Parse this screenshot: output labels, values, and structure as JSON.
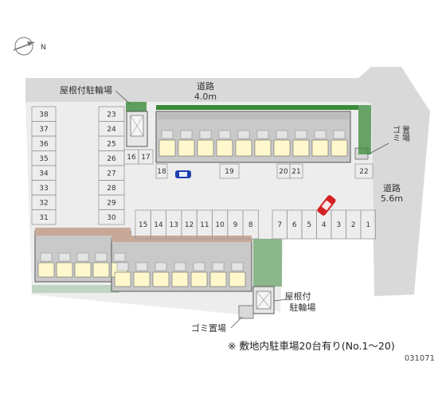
{
  "labels": {
    "road_north": "道路",
    "road_north_width": "4.0m",
    "road_east": "道路",
    "road_east_width": "5.6m",
    "bike_roof_top": "屋根付駐輪場",
    "bike_roof_bottom_1": "屋根付",
    "bike_roof_bottom_2": "駐輪場",
    "garbage_top_1": "ゴミ",
    "garbage_top_2": "置場",
    "garbage_bottom": "ゴミ置場"
  },
  "compass": {
    "letter": "N"
  },
  "parking": {
    "left_col_1": [
      "38",
      "37",
      "36",
      "35",
      "34",
      "33",
      "32",
      "31"
    ],
    "left_col_2": [
      "23",
      "24",
      "25",
      "26",
      "27",
      "28",
      "29",
      "30"
    ],
    "mid_pair": [
      "16",
      "17"
    ],
    "mid_row": [
      "15",
      "14",
      "13",
      "12",
      "11",
      "10",
      "9",
      "8"
    ],
    "right_row": [
      "7",
      "6",
      "5",
      "4",
      "3",
      "2",
      "1"
    ],
    "top_row": [
      "18",
      "19",
      "20",
      "21",
      "22"
    ]
  },
  "note": "※ 敷地内駐車場20台有り(No.1～20)",
  "code": "031071",
  "colors": {
    "road": "#d9d9d9",
    "ground": "#ededed",
    "building": "#c9c9c9",
    "green": "#3a8a3a",
    "car_blue": "#1f3fb0",
    "car_red": "#d42020",
    "unit_yellow": "#fff8cc",
    "roof_tan": "#c8a998"
  }
}
